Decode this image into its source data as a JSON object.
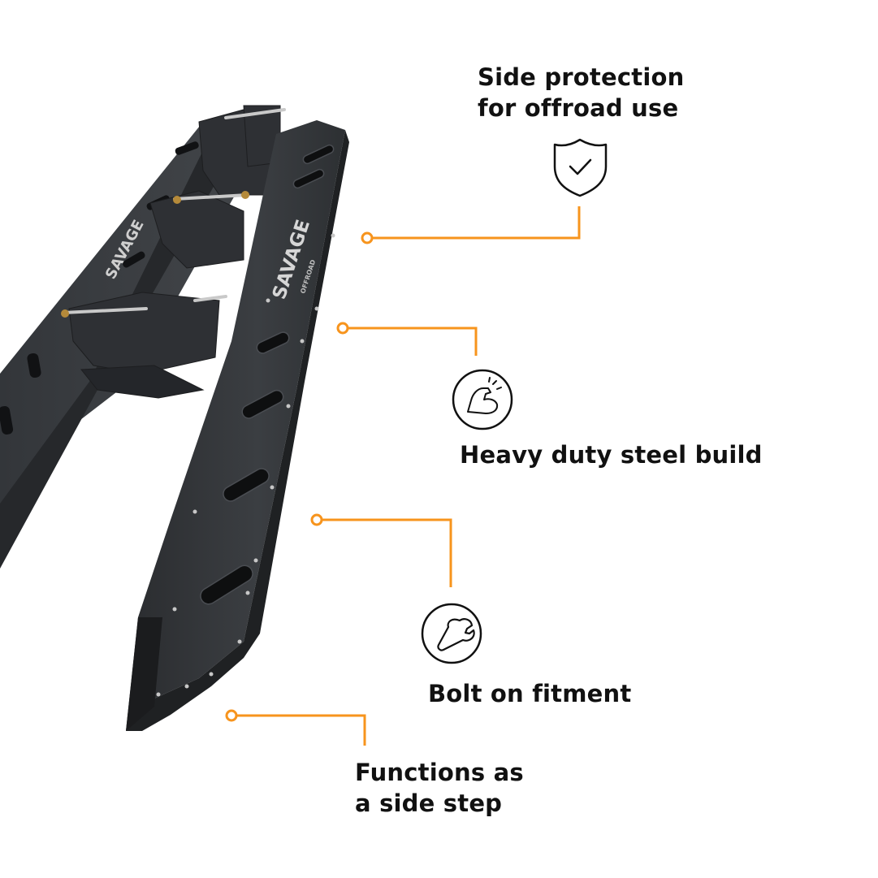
{
  "brand": {
    "logo_text": "SAVAGE",
    "logo_sub": "OFFROAD"
  },
  "features": {
    "side_protection": {
      "line1": "Side protection",
      "line2": "for offroad use",
      "icon": "shield-check-icon"
    },
    "heavy_duty": {
      "label": "Heavy duty steel build",
      "icon": "flexed-arm-icon"
    },
    "bolt_on": {
      "label": "Bolt on fitment",
      "icon": "wrench-icon"
    },
    "side_step": {
      "line1": "Functions as",
      "line2": "a side step"
    }
  },
  "colors": {
    "accent": "#F7941D",
    "text": "#111111",
    "product_dark": "#2b2d30",
    "product_mid": "#3c3f43"
  }
}
